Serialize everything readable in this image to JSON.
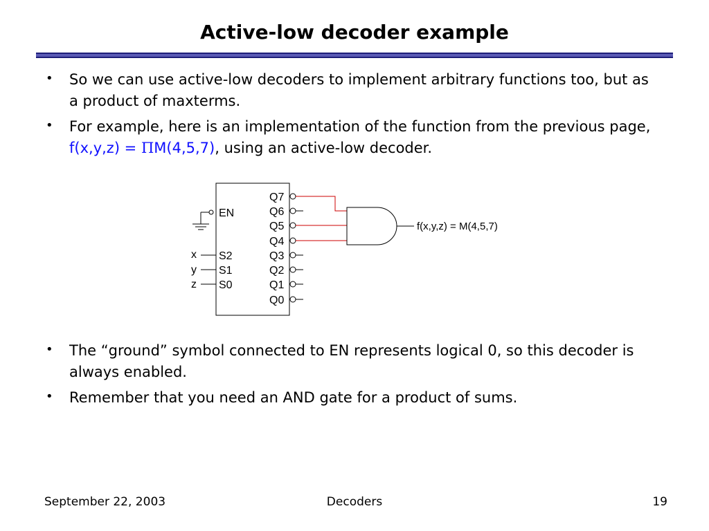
{
  "title": "Active-low decoder example",
  "bullets_top": [
    {
      "text": "So we can use active-low decoders to implement arbitrary functions too, but as a product of maxterms."
    },
    {
      "prefix": "For example, here is an implementation of the function from the previous page, ",
      "formula_func": "f(x,y,z) = ",
      "formula_pi": "Π",
      "formula_rest": "M(4,5,7)",
      "suffix": ", using an active-low decoder."
    }
  ],
  "diagram": {
    "outputs": [
      "Q7",
      "Q6",
      "Q5",
      "Q4",
      "Q3",
      "Q2",
      "Q1",
      "Q0"
    ],
    "enable_label": "EN",
    "selects": [
      "S2",
      "S1",
      "S0"
    ],
    "inputs": [
      "x",
      "y",
      "z"
    ],
    "output_label": "f(x,y,z) = M(4,5,7)",
    "connected_outputs": [
      "Q7",
      "Q5",
      "Q4"
    ],
    "wire_color": "#cc0000"
  },
  "bullets_bottom": [
    {
      "text": "The “ground” symbol connected to EN represents logical 0, so this decoder is always enabled."
    },
    {
      "text": "Remember that you need an AND gate for a product of sums."
    }
  ],
  "footer": {
    "date": "September 22, 2003",
    "center": "Decoders",
    "page": "19"
  }
}
